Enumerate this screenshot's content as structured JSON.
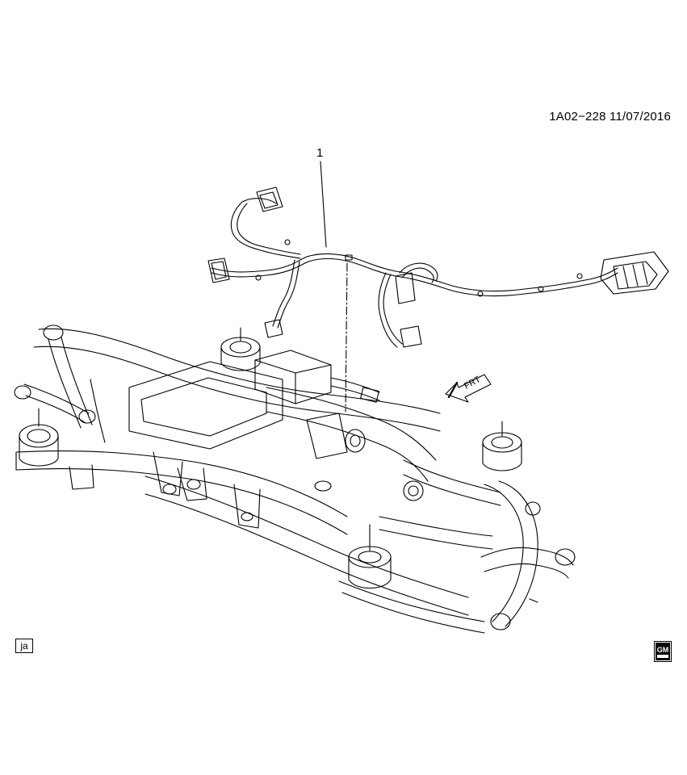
{
  "diagram": {
    "reference": "1A02−228  11/07/2016",
    "callout_number": "1",
    "direction_label": "FRT",
    "language_code": "ja",
    "logo": {
      "name": "gm-logo",
      "text": "GM"
    },
    "colors": {
      "line": "#000000",
      "background": "#ffffff"
    }
  }
}
